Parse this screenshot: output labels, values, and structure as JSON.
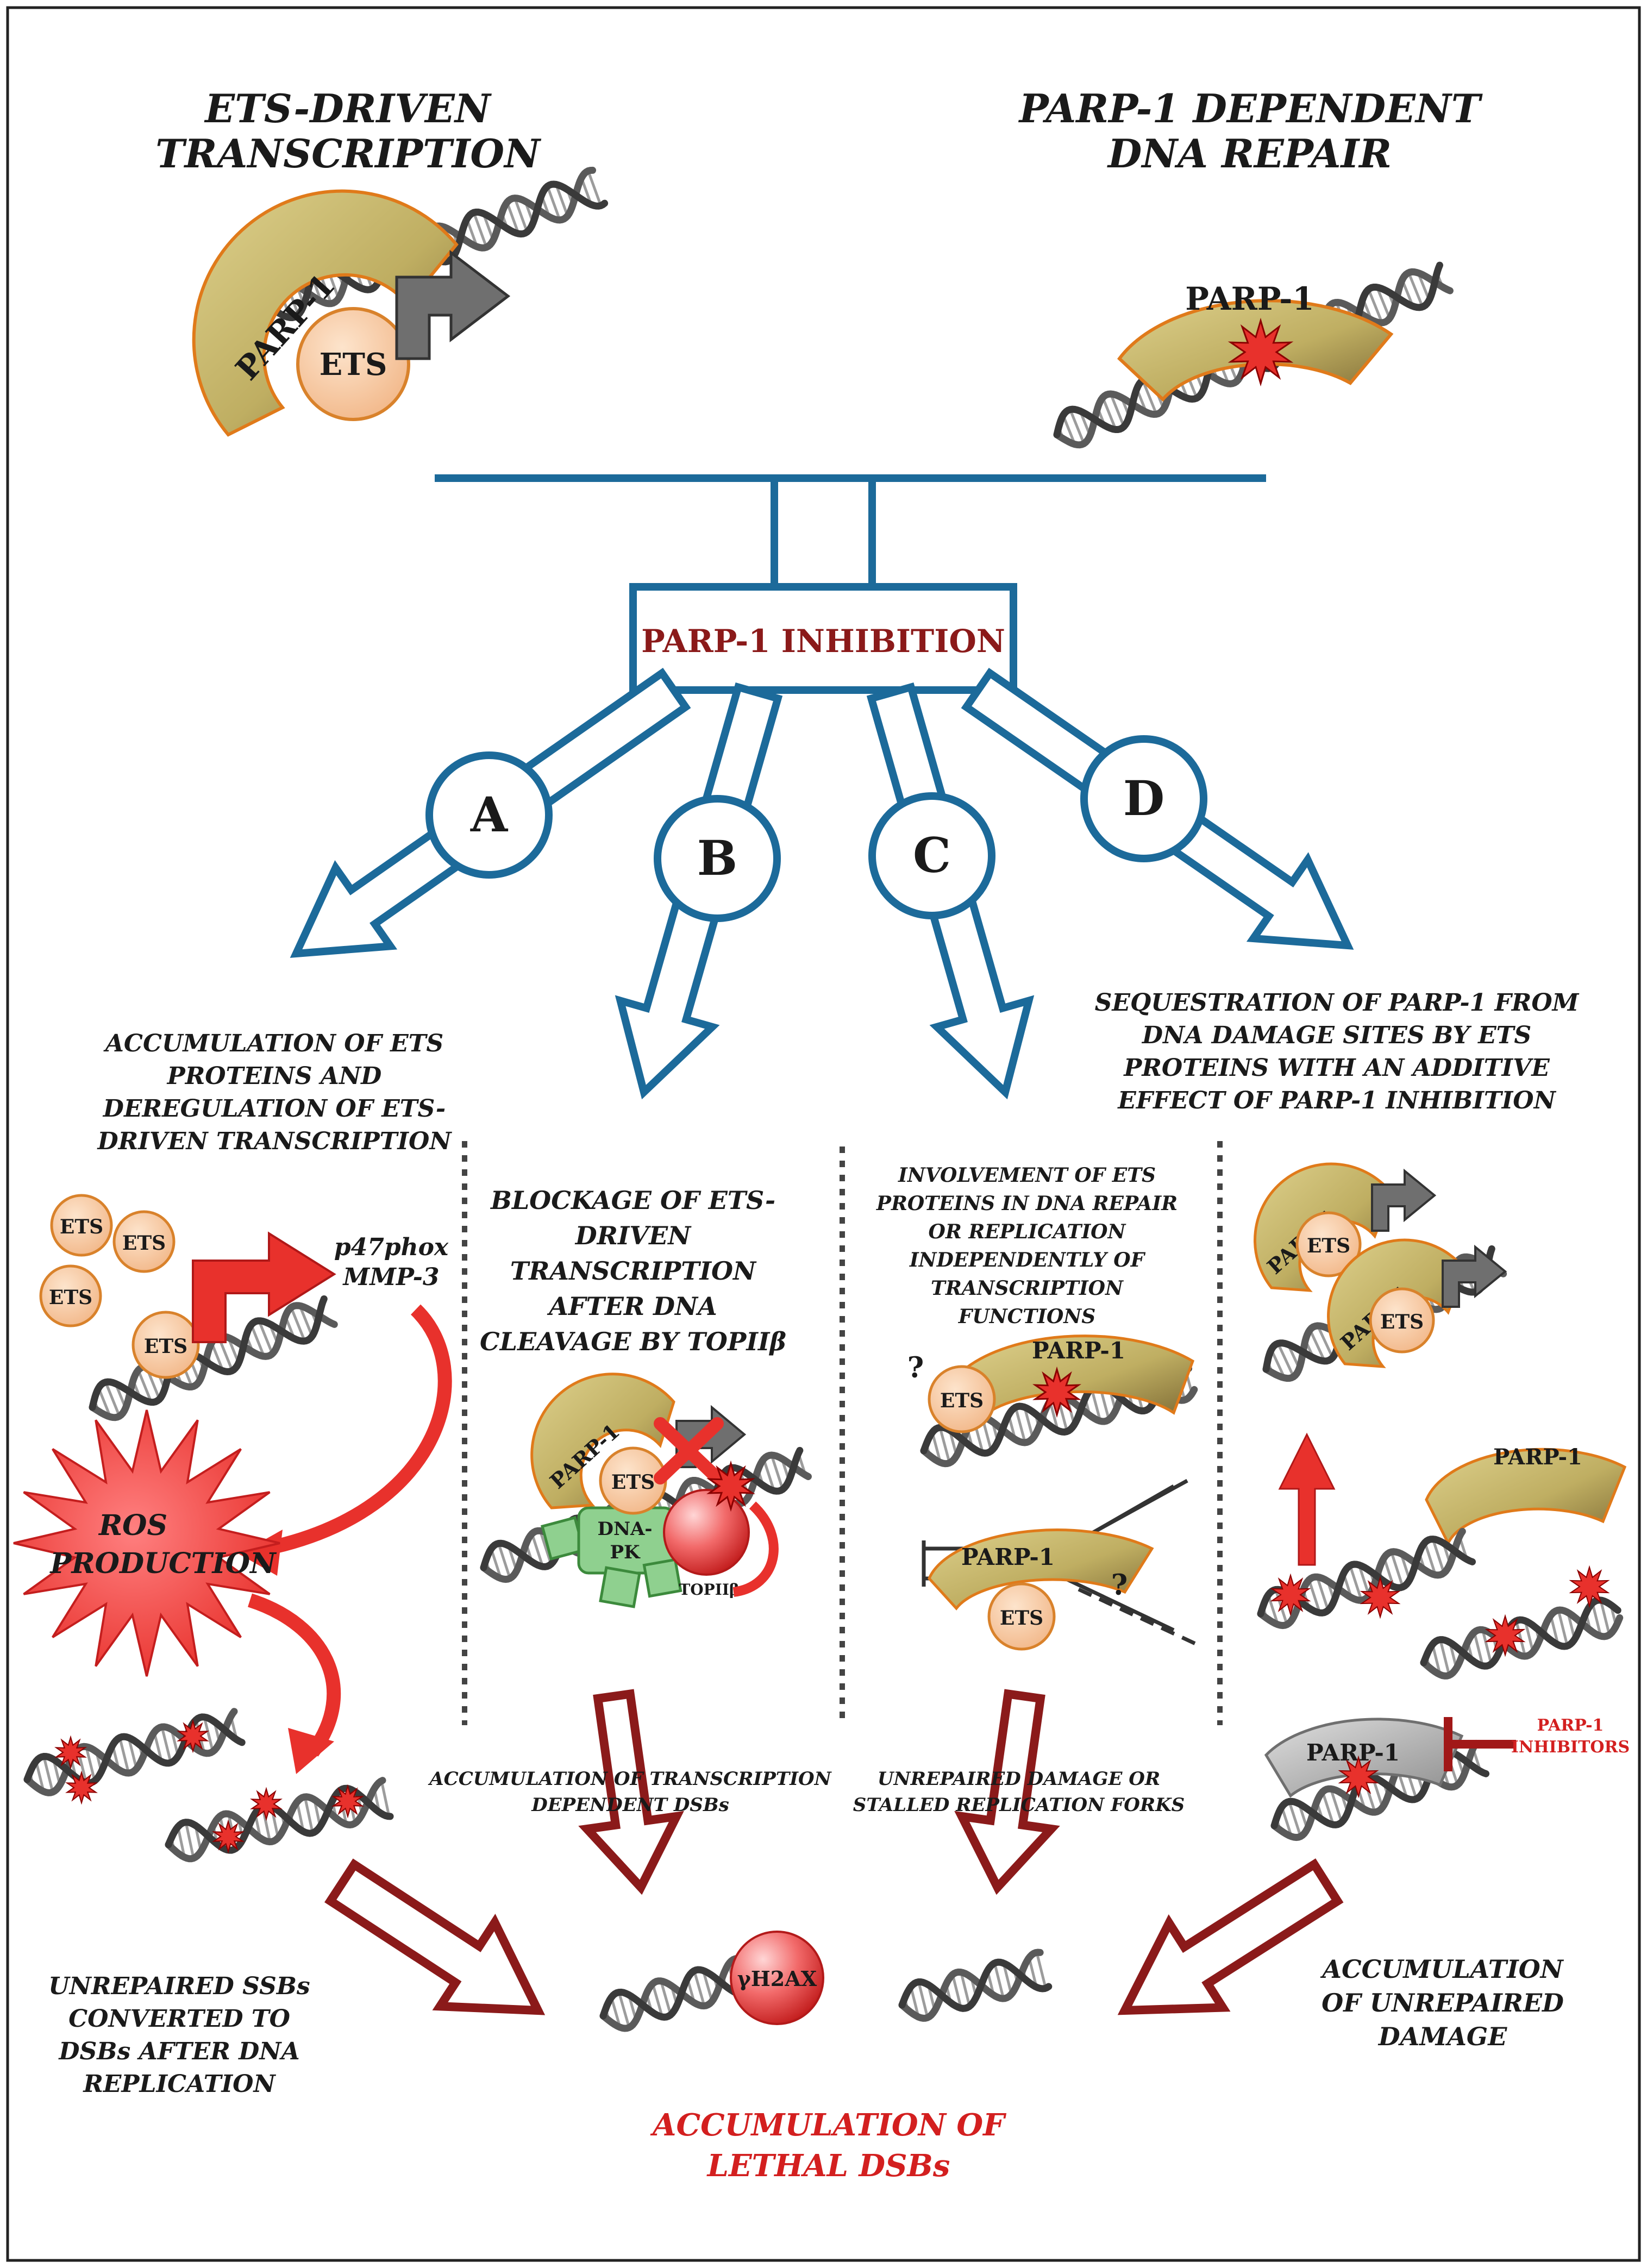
{
  "header": {
    "left_title": [
      "ETS-DRIVEN",
      "TRANSCRIPTION"
    ],
    "right_title": [
      "PARP-1 DEPENDENT",
      "DNA REPAIR"
    ]
  },
  "labels": {
    "parp1": "PARP-1",
    "ets": "ETS",
    "dna_pk": [
      "DNA-",
      "PK"
    ],
    "topii": "TOPIIβ",
    "gh2ax": "γH2AX",
    "question": "?"
  },
  "center_box": {
    "label": "PARP-1 INHIBITION"
  },
  "branches": {
    "A": {
      "letter": "A",
      "caption": [
        "ACCUMULATION OF ETS",
        "PROTEINS AND",
        "DEREGULATION OF ETS-",
        "DRIVEN TRANSCRIPTION"
      ],
      "genes": [
        "p47phox",
        "MMP-3"
      ],
      "ros": [
        "ROS",
        "PRODUCTION"
      ],
      "bottom_caption": [
        "UNREPAIRED SSBs",
        "CONVERTED TO",
        "DSBs AFTER DNA",
        "REPLICATION"
      ]
    },
    "B": {
      "letter": "B",
      "caption": [
        "BLOCKAGE OF ETS-",
        "DRIVEN",
        "TRANSCRIPTION",
        "AFTER DNA",
        "CLEAVAGE BY TOPIIβ"
      ],
      "arrow_caption": [
        "ACCUMULATION OF TRANSCRIPTION",
        "DEPENDENT DSBs"
      ]
    },
    "C": {
      "letter": "C",
      "caption": [
        "INVOLVEMENT OF ETS",
        "PROTEINS IN DNA REPAIR",
        "OR REPLICATION",
        "INDEPENDENTLY OF",
        "TRANSCRIPTION",
        "FUNCTIONS"
      ],
      "arrow_caption": [
        "UNREPAIRED DAMAGE OR",
        "STALLED REPLICATION FORKS"
      ]
    },
    "D": {
      "letter": "D",
      "caption": [
        "SEQUESTRATION OF PARP-1 FROM",
        "DNA DAMAGE SITES BY ETS",
        "PROTEINS WITH AN ADDITIVE",
        "EFFECT OF PARP-1 INHIBITION"
      ],
      "inhibitors": [
        "PARP-1",
        "INHIBITORS"
      ],
      "bottom_caption": [
        "ACCUMULATION",
        "OF UNREPAIRED",
        "DAMAGE"
      ]
    }
  },
  "result": {
    "label": [
      "ACCUMULATION OF",
      "LETHAL DSBs"
    ]
  },
  "colors": {
    "blue": "#1c6a9a",
    "dark_red": "#8b1a1a",
    "red": "#e8312c",
    "parp_fill": "#c3b266",
    "parp_stroke": "#e07a1a",
    "ets_fill": "#f9d2b0",
    "dna_pk": "#8fd08f",
    "grey_arrow": "#6f6f6f"
  }
}
